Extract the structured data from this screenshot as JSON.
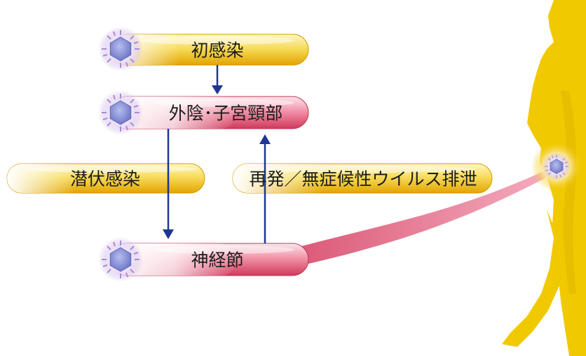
{
  "nodes": {
    "initial_infection": "初感染",
    "genital_cervix": "外陰･子宮頸部",
    "latent_infection": "潜伏感染",
    "recurrence_shedding": "再発／無症候性ウイルス排泄",
    "ganglion": "神経節"
  },
  "colors": {
    "yellow_pill": "#f3c21d",
    "pink_pill": "#e8607c",
    "arrow": "#1f3596",
    "body": "#f0c800",
    "virus_core": "#8e96d6",
    "virus_halo": "#cbb6e8",
    "connector": "#e05a78"
  },
  "icons": [
    "virus-icon",
    "arrow-down-icon",
    "arrow-up-icon",
    "human-silhouette-icon"
  ]
}
